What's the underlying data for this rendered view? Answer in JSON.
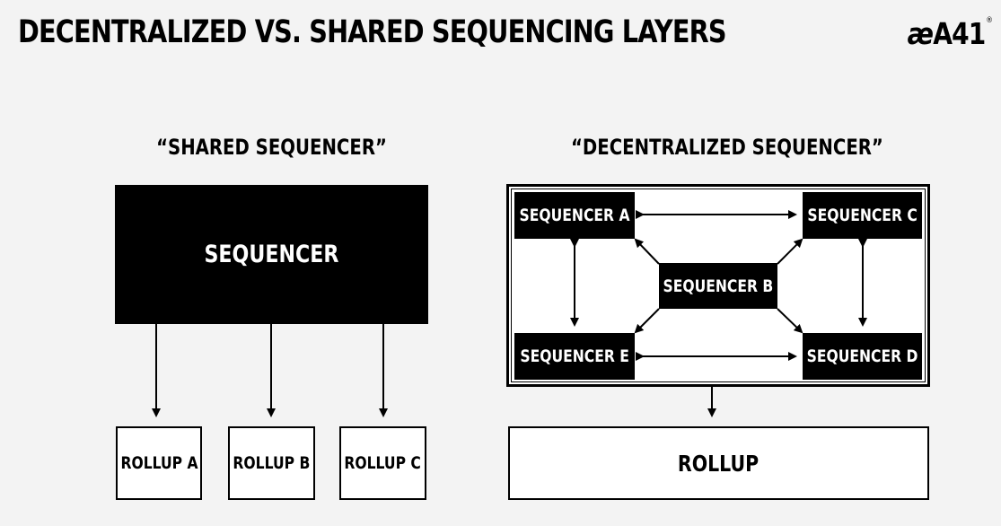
{
  "title": "DECENTRALIZED VS. SHARED SEQUENCING LAYERS",
  "logo": {
    "text": "A41",
    "mark": "®"
  },
  "shared": {
    "heading": "“SHARED SEQUENCER”",
    "sequencer": "SEQUENCER",
    "rollups": [
      "ROLLUP A",
      "ROLLUP B",
      "ROLLUP C"
    ]
  },
  "decentralized": {
    "heading": "“DECENTRALIZED SEQUENCER”",
    "sequencers": {
      "a": "SEQUENCER A",
      "b": "SEQUENCER B",
      "c": "SEQUENCER C",
      "d": "SEQUENCER D",
      "e": "SEQUENCER E"
    },
    "rollup": "ROLLUP"
  },
  "colors": {
    "background": "#f3f3f3",
    "ink": "#000000",
    "box_fill": "#ffffff"
  }
}
